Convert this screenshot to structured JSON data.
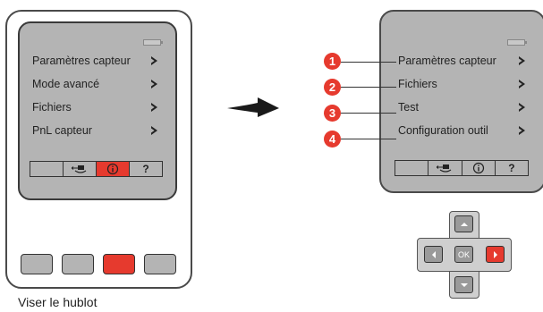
{
  "left_device": {
    "menu": [
      {
        "label": "Paramètres capteur"
      },
      {
        "label": "Mode avancé"
      },
      {
        "label": "Fichiers"
      },
      {
        "label": "PnL capteur"
      }
    ],
    "softkeys": [
      "",
      "toolhead-icon",
      "info-icon",
      "?"
    ],
    "selected_softkey": 2,
    "hardware_buttons": 4,
    "highlighted_hardware_button": 2,
    "caption": "Viser le hublot"
  },
  "right_device": {
    "menu": [
      {
        "number": "1",
        "label": "Paramètres capteur"
      },
      {
        "number": "2",
        "label": "Fichiers"
      },
      {
        "number": "3",
        "label": "Test"
      },
      {
        "number": "4",
        "label": "Configuration outil"
      }
    ],
    "softkeys": [
      "",
      "toolhead-icon",
      "info-icon",
      "?"
    ]
  },
  "dpad": {
    "center_label": "OK",
    "highlighted": "right"
  },
  "colors": {
    "accent_red": "#e63a2e",
    "screen_gray": "#b4b4b4",
    "button_gray": "#9a9a9a"
  }
}
